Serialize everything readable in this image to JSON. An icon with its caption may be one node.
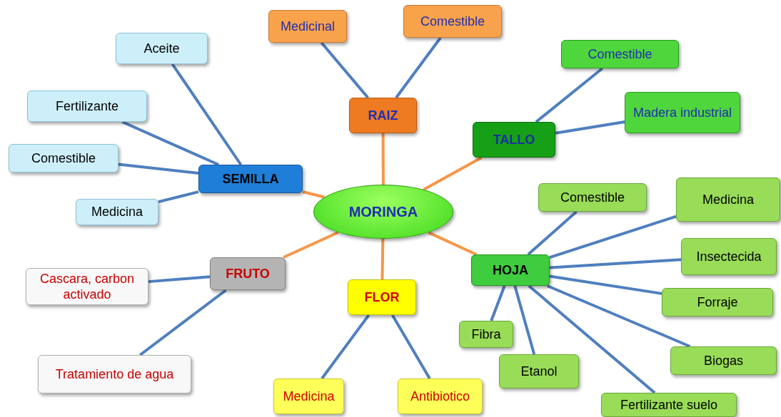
{
  "diagram": {
    "nodes": [
      {
        "text": [
          "MORINGA"
        ]
      },
      {
        "text": [
          "RAIZ"
        ]
      },
      {
        "text": [
          "Medicinal"
        ]
      },
      {
        "text": [
          "Comestible"
        ]
      },
      {
        "text": [
          "TALLO"
        ]
      },
      {
        "text": [
          "Comestible"
        ]
      },
      {
        "text": [
          "Madera industrial"
        ]
      },
      {
        "text": [
          "SEMILLA"
        ]
      },
      {
        "text": [
          "Aceite"
        ]
      },
      {
        "text": [
          "Fertilizante"
        ]
      },
      {
        "text": [
          "Comestible"
        ]
      },
      {
        "text": [
          "Medicina"
        ]
      },
      {
        "text": [
          "FRUTO"
        ]
      },
      {
        "text": [
          "Cascara, carbon activado"
        ]
      },
      {
        "text": [
          "Tratamiento de agua"
        ]
      },
      {
        "text": [
          "FLOR"
        ]
      },
      {
        "text": [
          "Medicina"
        ]
      },
      {
        "text": [
          "Antibiotico"
        ]
      },
      {
        "text": [
          "HOJA"
        ]
      },
      {
        "text": [
          "Comestible"
        ]
      },
      {
        "text": [
          "Medicina"
        ]
      },
      {
        "text": [
          "Insectecida"
        ]
      },
      {
        "text": [
          "Forraje"
        ]
      },
      {
        "text": [
          "Fibra"
        ]
      },
      {
        "text": [
          "Etanol"
        ]
      },
      {
        "text": [
          "Biogas"
        ]
      },
      {
        "text": [
          "Fertilizante suelo"
        ]
      }
    ],
    "edges": [
      {
        "from": 0,
        "to": 1,
        "arrow": "none",
        "color": "#f79646"
      },
      {
        "from": 0,
        "to": 4,
        "arrow": "none",
        "color": "#f79646"
      },
      {
        "from": 0,
        "to": 7,
        "arrow": "none",
        "color": "#f79646"
      },
      {
        "from": 0,
        "to": 12,
        "arrow": "none",
        "color": "#f79646"
      },
      {
        "from": 0,
        "to": 15,
        "arrow": "none",
        "color": "#f79646"
      },
      {
        "from": 0,
        "to": 18,
        "arrow": "none",
        "color": "#f79646"
      },
      {
        "from": 1,
        "to": 2,
        "arrow": "none"
      },
      {
        "from": 1,
        "to": 3,
        "arrow": "none"
      },
      {
        "from": 4,
        "to": 5,
        "arrow": "none"
      },
      {
        "from": 4,
        "to": 6,
        "arrow": "none"
      },
      {
        "from": 7,
        "to": 8,
        "arrow": "none"
      },
      {
        "from": 7,
        "to": 9,
        "arrow": "none"
      },
      {
        "from": 7,
        "to": 10,
        "arrow": "none"
      },
      {
        "from": 7,
        "to": 11,
        "arrow": "none"
      },
      {
        "from": 12,
        "to": 13,
        "arrow": "none"
      },
      {
        "from": 12,
        "to": 14,
        "arrow": "none"
      },
      {
        "from": 15,
        "to": 16,
        "arrow": "none"
      },
      {
        "from": 15,
        "to": 17,
        "arrow": "none"
      },
      {
        "from": 18,
        "to": 19,
        "arrow": "none"
      },
      {
        "from": 18,
        "to": 20,
        "arrow": "none"
      },
      {
        "from": 18,
        "to": 21,
        "arrow": "none"
      },
      {
        "from": 18,
        "to": 22,
        "arrow": "none"
      },
      {
        "from": 18,
        "to": 23,
        "arrow": "none"
      },
      {
        "from": 18,
        "to": 24,
        "arrow": "none"
      },
      {
        "from": 18,
        "to": 25,
        "arrow": "none"
      },
      {
        "from": 18,
        "to": 26,
        "arrow": "none"
      }
    ]
  }
}
